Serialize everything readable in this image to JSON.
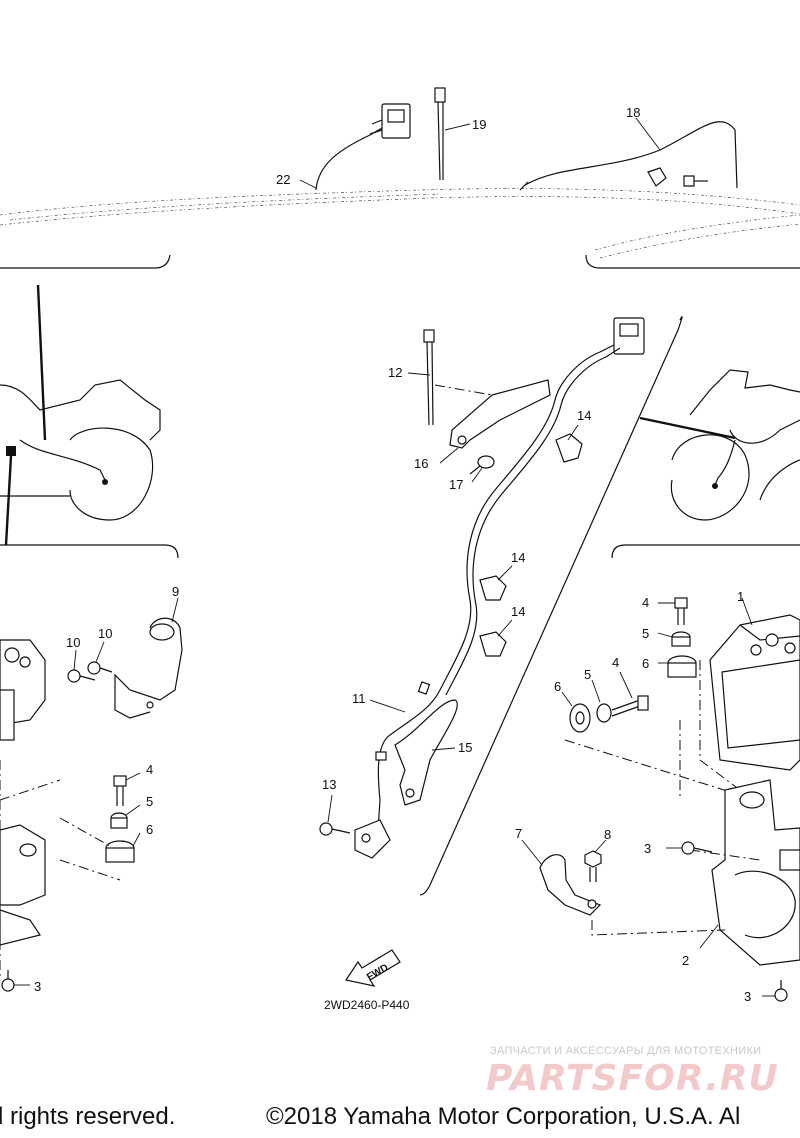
{
  "diagram_code": "2WD2460-P440",
  "fwd_label": "FWD",
  "callouts": {
    "c1": "1",
    "c2": "2",
    "c3a": "3",
    "c3b": "3",
    "c3c": "3",
    "c4a": "4",
    "c4b": "4",
    "c4c": "4",
    "c5a": "5",
    "c5b": "5",
    "c5c": "5",
    "c6a": "6",
    "c6b": "6",
    "c6c": "6",
    "c7": "7",
    "c8": "8",
    "c9": "9",
    "c10a": "10",
    "c10b": "10",
    "c11": "11",
    "c12": "12",
    "c13": "13",
    "c14a": "14",
    "c14b": "14",
    "c14c": "14",
    "c15": "15",
    "c16": "16",
    "c17": "17",
    "c18": "18",
    "c19": "19",
    "c22": "22"
  },
  "watermark": {
    "caption": "ЗАПЧАСТИ И АКСЕССУАРЫ ДЛЯ МОТОТЕХНИКИ",
    "logo": "PARTSFOR.RU"
  },
  "footer": {
    "left": "l rights reserved.",
    "right": "©2018 Yamaha Motor Corporation, U.S.A. Al"
  }
}
